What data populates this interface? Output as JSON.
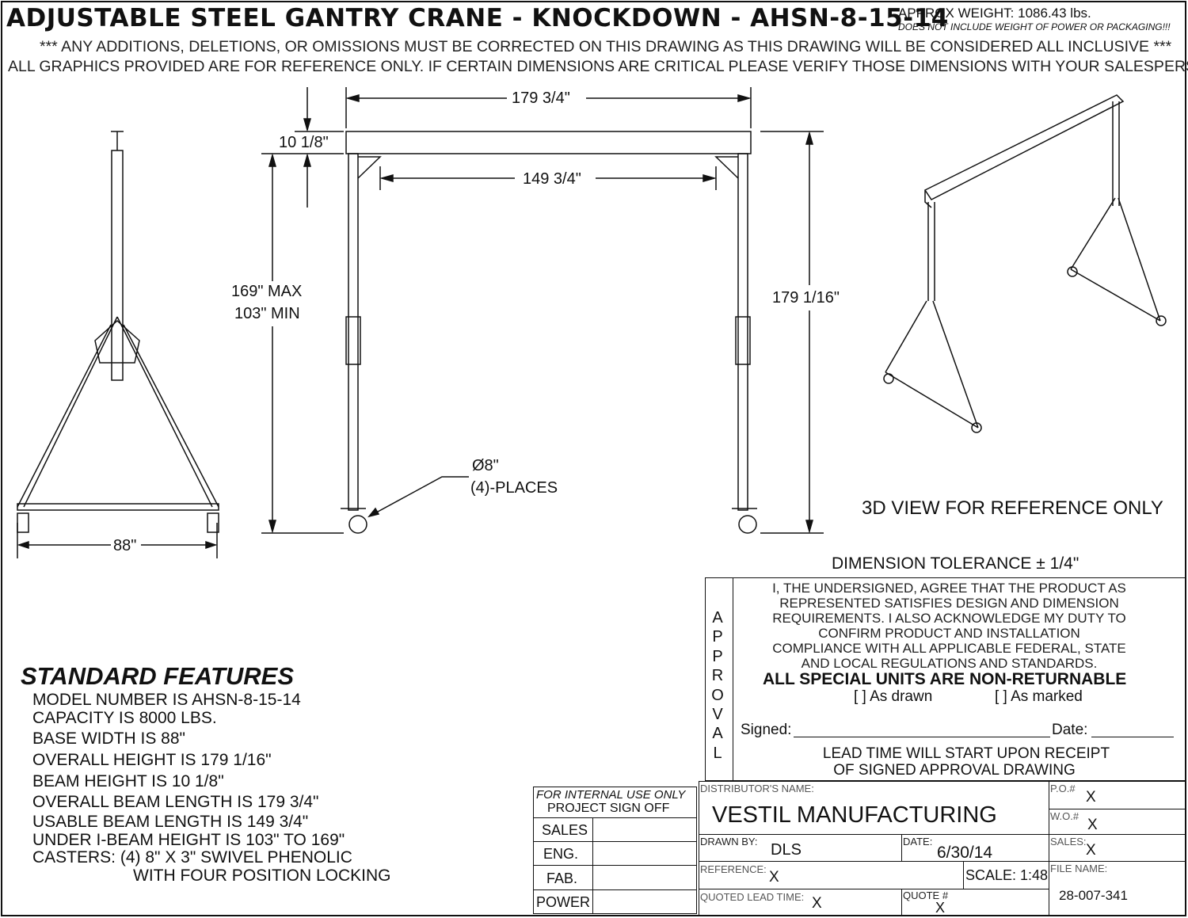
{
  "header": {
    "title": "ADJUSTABLE STEEL GANTRY CRANE - KNOCKDOWN - AHSN-8-15-14",
    "weight": "APPROX WEIGHT: 1086.43 lbs.",
    "weight_note": "DOES NOT INCLUDE WEIGHT OF POWER OR PACKAGING!!!",
    "notice1": "*** ANY ADDITIONS, DELETIONS, OR OMISSIONS MUST BE CORRECTED ON THIS DRAWING AS THIS DRAWING WILL BE CONSIDERED ALL INCLUSIVE ***",
    "notice2": "ALL GRAPHICS PROVIDED ARE FOR REFERENCE ONLY. IF CERTAIN DIMENSIONS ARE CRITICAL PLEASE VERIFY THOSE DIMENSIONS WITH YOUR SALESPERSON"
  },
  "dimensions": {
    "overall_beam": "179 3/4\"",
    "beam_height": "10 1/8\"",
    "usable_beam": "149 3/4\"",
    "height_max": "169\" MAX",
    "height_min": "103\" MIN",
    "overall_height": "179 1/16\"",
    "base_width": "88\"",
    "caster_dia": "Ø8\"",
    "caster_places": "(4)-PLACES"
  },
  "view_note": "3D VIEW FOR REFERENCE ONLY",
  "tolerance": "DIMENSION TOLERANCE ± 1/4\"",
  "features": {
    "heading": "STANDARD FEATURES",
    "items": [
      "MODEL NUMBER IS AHSN-8-15-14",
      "CAPACITY IS 8000 LBS.",
      "BASE WIDTH IS  88\"",
      "OVERALL HEIGHT IS  179 1/16\"",
      "BEAM HEIGHT IS  10 1/8\"",
      "OVERALL BEAM LENGTH IS  179 3/4\"",
      "USABLE BEAM LENGTH IS  149 3/4\"",
      "UNDER I-BEAM HEIGHT IS 103\" TO 169\"",
      "CASTERS: (4) 8\" X 3\" SWIVEL PHENOLIC",
      "WITH FOUR POSITION LOCKING"
    ]
  },
  "approval": {
    "side_label": "APPROVAL",
    "statement": [
      "I, THE UNDERSIGNED, AGREE THAT THE PRODUCT AS",
      "REPRESENTED SATISFIES DESIGN AND DIMENSION",
      "REQUIREMENTS.  I ALSO ACKNOWLEDGE MY DUTY TO",
      "CONFIRM PRODUCT AND INSTALLATION",
      "COMPLIANCE WITH ALL APPLICABLE FEDERAL, STATE",
      "AND LOCAL REGULATIONS AND STANDARDS."
    ],
    "non_returnable": "ALL SPECIAL UNITS ARE NON-RETURNABLE",
    "as_drawn": "[  ] As drawn",
    "as_marked": "[  ] As marked",
    "signed": "Signed:",
    "date": "Date:",
    "lead_time": [
      "LEAD TIME WILL START UPON RECEIPT",
      "OF SIGNED APPROVAL DRAWING"
    ]
  },
  "internal": {
    "heading1": "FOR INTERNAL USE ONLY",
    "heading2": "PROJECT SIGN OFF",
    "rows": [
      "SALES",
      "ENG.",
      "FAB.",
      "POWER"
    ]
  },
  "title_block": {
    "distributor_label": "DISTRIBUTOR'S NAME:",
    "distributor": "VESTIL MANUFACTURING",
    "po_label": "P.O.#",
    "po": "X",
    "wo_label": "W.O.#",
    "wo": "X",
    "drawn_by_label": "DRAWN BY:",
    "drawn_by": "DLS",
    "date_label": "DATE:",
    "date": "6/30/14",
    "sales_label": "SALES:",
    "sales": "X",
    "reference_label": "REFERENCE:",
    "reference": "X",
    "scale": "SCALE: 1:48",
    "file_label": "FILE NAME:",
    "file": "28-007-341",
    "lead_label": "QUOTED LEAD TIME:",
    "lead": "X",
    "quote_label": "QUOTE #",
    "quote": "X"
  }
}
